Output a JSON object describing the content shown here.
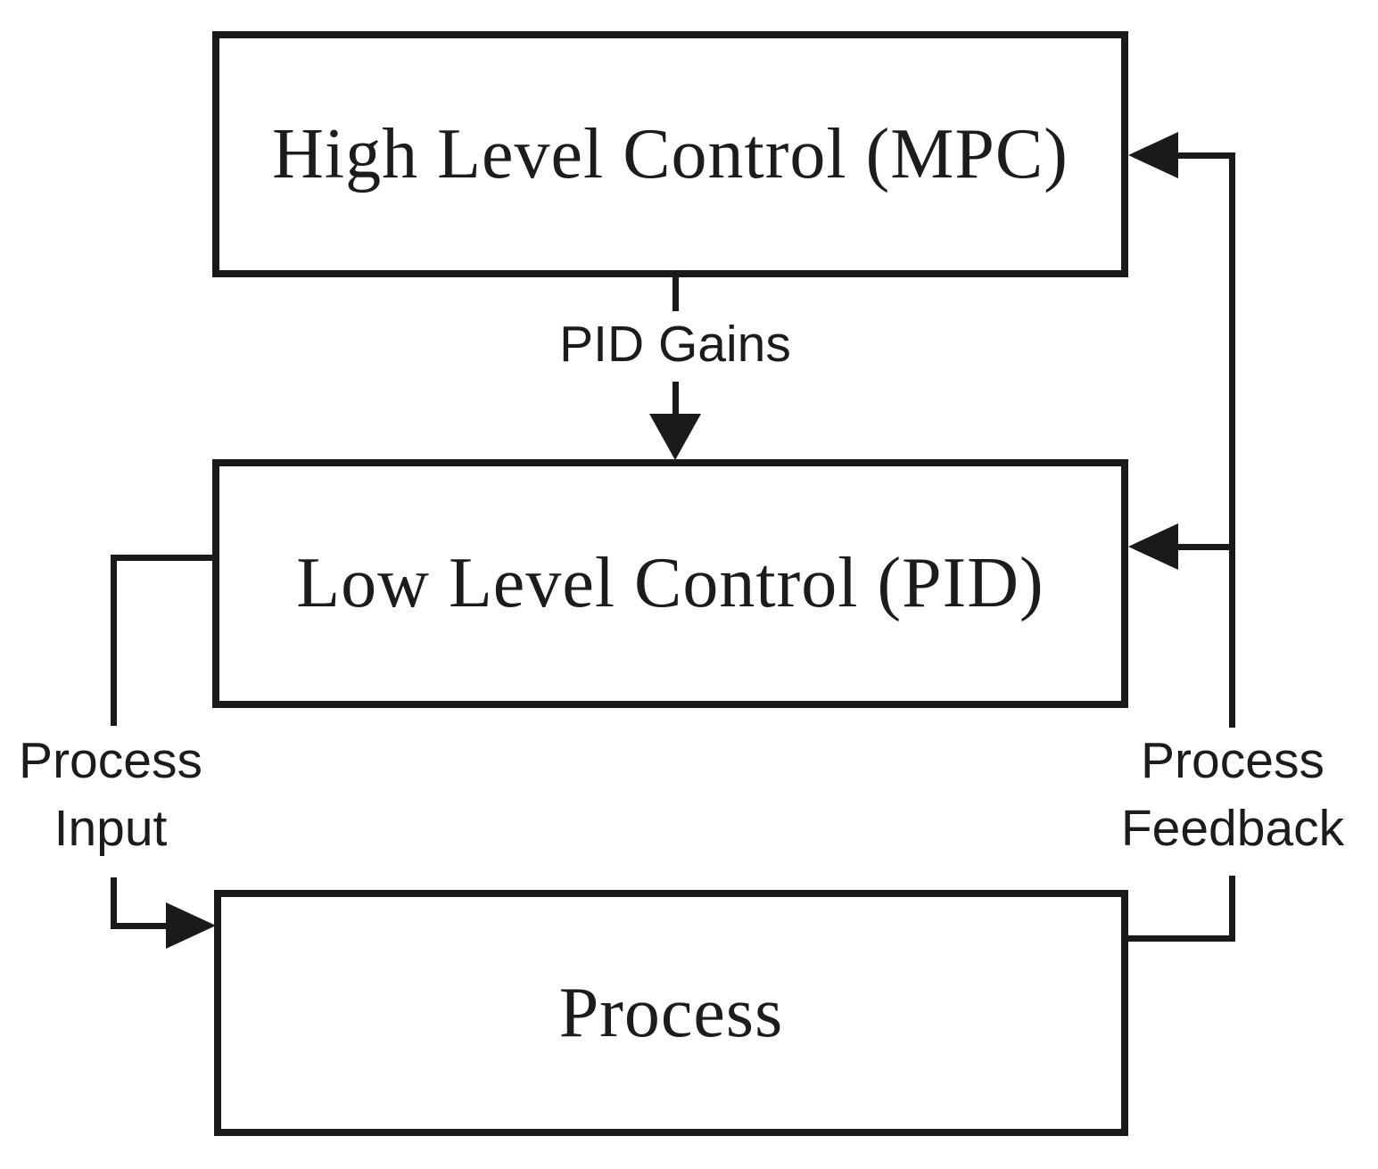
{
  "boxes": {
    "high_level": {
      "label": "High Level Control (MPC)"
    },
    "low_level": {
      "label": "Low Level Control (PID)"
    },
    "process": {
      "label": "Process"
    }
  },
  "edges": {
    "pid_gains": {
      "label": "PID Gains",
      "from": "high_level",
      "to": "low_level"
    },
    "process_input": {
      "label_lines": [
        "Process",
        "Input"
      ],
      "from": "low_level",
      "to": "process"
    },
    "process_feedback": {
      "label_lines": [
        "Process",
        "Feedback"
      ],
      "from": "process",
      "to": "low_level and high_level"
    }
  },
  "colors": {
    "line": "#1a1a1a",
    "text": "#1c1c1c",
    "background": "#ffffff"
  }
}
